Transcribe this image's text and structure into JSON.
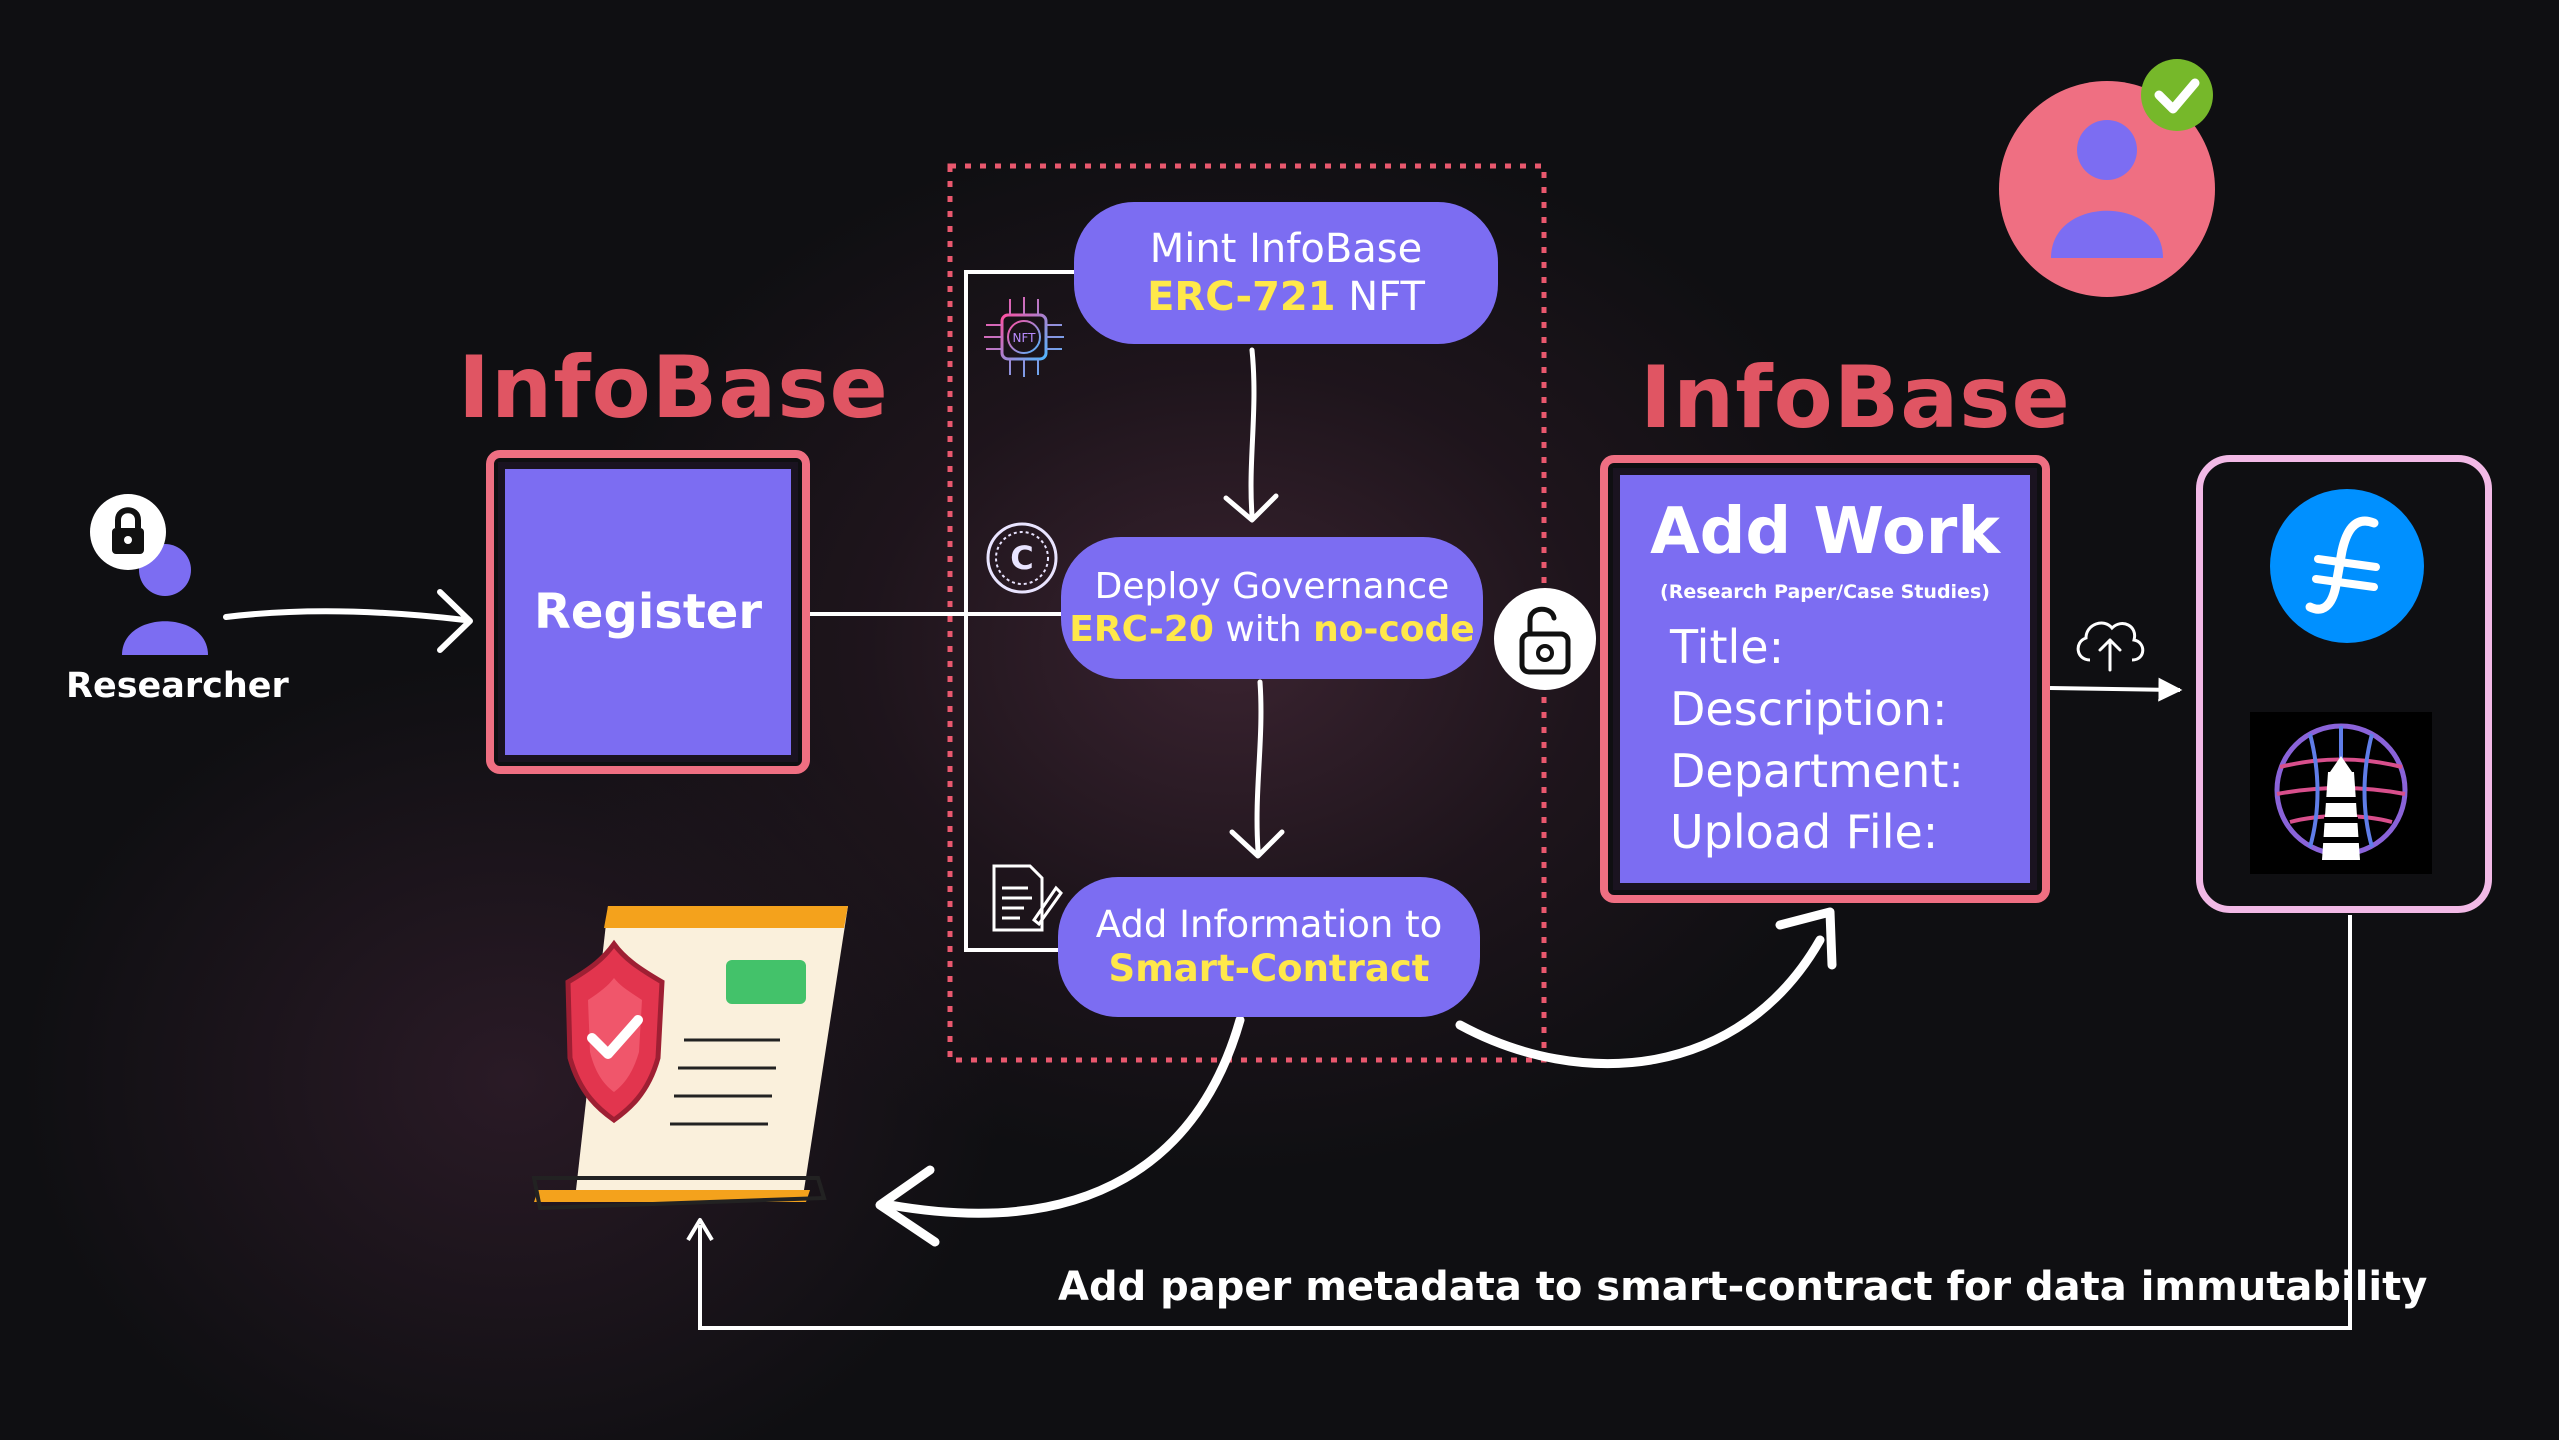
{
  "researcher": {
    "label": "Researcher",
    "icon": "locked-user-icon"
  },
  "register": {
    "brand": "InfoBase",
    "button_label": "Register"
  },
  "steps": [
    {
      "line1": "Mint InfoBase",
      "highlight": "ERC-721",
      "rest": " NFT",
      "icon": "nft-chip-icon"
    },
    {
      "line1": "Deploy Governance",
      "highlight": "ERC-20",
      "mid": " with ",
      "highlight2": "no-code",
      "icon": "coin-c-icon"
    },
    {
      "line1": "Add Information to",
      "highlight": "Smart-Contract",
      "icon": "contract-document-icon"
    }
  ],
  "add_work": {
    "brand": "InfoBase",
    "title": "Add Work",
    "subtitle": "(Research Paper/Case Studies)",
    "fields": [
      "Title:",
      "Description:",
      "Department:",
      "Upload File:"
    ]
  },
  "storage": {
    "icons": [
      "filecoin-icon",
      "lighthouse-icon"
    ]
  },
  "verified_user": {
    "icon": "verified-user-icon"
  },
  "unlock": {
    "icon": "unlock-icon"
  },
  "upload": {
    "icon": "cloud-upload-icon"
  },
  "certificate": {
    "icon": "secure-document-icon"
  },
  "bottom_caption": "Add paper metadata to smart-contract for data immutability",
  "colors": {
    "brand": "#e05563",
    "box_border": "#ef6f82",
    "purple": "#7c6df2",
    "highlight": "#ffe84a",
    "dotted": "#e9586e"
  }
}
